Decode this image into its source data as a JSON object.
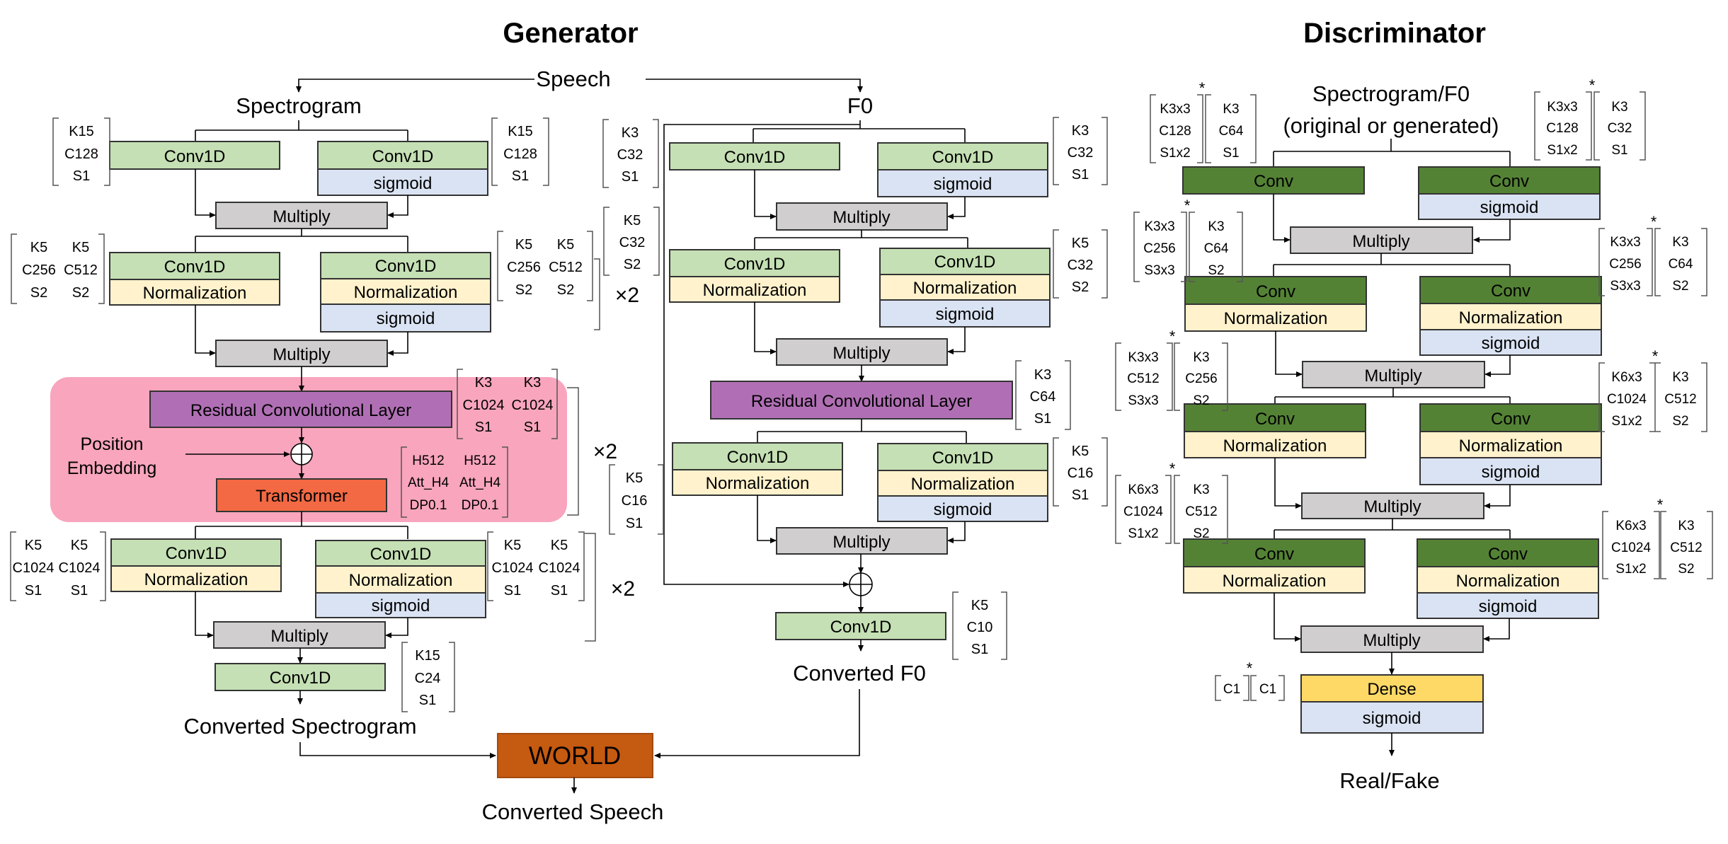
{
  "titles": {
    "generator": "Generator",
    "discriminator": "Discriminator"
  },
  "colors": {
    "conv_light": "#c5e0b4",
    "conv_dark": "#548235",
    "sigmoid": "#dae3f3",
    "normalization": "#fff2cc",
    "multiply": "#d0cece",
    "residual": "#b06fb4",
    "transformer": "#f26944",
    "transformer_bg": "#f8a5bd",
    "world": "#c55a11",
    "dense": "#ffd966"
  },
  "generator": {
    "input": "Speech",
    "spec_branch": "Spectrogram",
    "f0_branch": "F0",
    "conv1d": "Conv1D",
    "sigmoid": "sigmoid",
    "multiply": "Multiply",
    "normalization": "Normalization",
    "residual": "Residual Convolutional Layer",
    "transformer": "Transformer",
    "position_embedding_1": "Position",
    "position_embedding_2": "Embedding",
    "repeat": "×2",
    "converted_spectrogram": "Converted Spectrogram",
    "converted_f0": "Converted F0",
    "world": "WORLD",
    "converted_speech": "Converted Speech",
    "params": {
      "s1": [
        "K15",
        "C128",
        "S1"
      ],
      "s2a": [
        "K5",
        "C256",
        "S2"
      ],
      "s2b": [
        "K5",
        "C512",
        "S2"
      ],
      "s3a": [
        "K3",
        "C1024",
        "S1"
      ],
      "s3b": [
        "K3",
        "C1024",
        "S1"
      ],
      "s4a": [
        "H512",
        "Att_H4",
        "DP0.1"
      ],
      "s4b": [
        "H512",
        "Att_H4",
        "DP0.1"
      ],
      "s5": [
        "K5",
        "C1024",
        "S1"
      ],
      "s6": [
        "K15",
        "C24",
        "S1"
      ],
      "f1": [
        "K3",
        "C32",
        "S1"
      ],
      "f2": [
        "K5",
        "C32",
        "S2"
      ],
      "f3": [
        "K3",
        "C64",
        "S1"
      ],
      "f4": [
        "K5",
        "C16",
        "S1"
      ],
      "f5": [
        "K5",
        "C10",
        "S1"
      ]
    }
  },
  "discriminator": {
    "input_1": "Spectrogram/F0",
    "input_2": "(original or generated)",
    "conv": "Conv",
    "sigmoid": "sigmoid",
    "multiply": "Multiply",
    "normalization": "Normalization",
    "dense": "Dense",
    "output": "Real/Fake",
    "star": "*",
    "params": {
      "d1a": [
        "K3x3",
        "C128",
        "S1x2"
      ],
      "d1b": [
        "K3",
        "C64",
        "S1"
      ],
      "d1c": [
        "K3x3",
        "C128",
        "S1x2"
      ],
      "d1d": [
        "K3",
        "C32",
        "S1"
      ],
      "d2a": [
        "K3x3",
        "C256",
        "S3x3"
      ],
      "d2b": [
        "K3",
        "C64",
        "S2"
      ],
      "d2c": [
        "K3x3",
        "C256",
        "S3x3"
      ],
      "d2d": [
        "K3",
        "C64",
        "S2"
      ],
      "d3a": [
        "K3x3",
        "C512",
        "S3x3"
      ],
      "d3b": [
        "K3",
        "C256",
        "S2"
      ],
      "d3c": [
        "K6x3",
        "C1024",
        "S1x2"
      ],
      "d3d": [
        "K3",
        "C512",
        "S2"
      ],
      "d4a": [
        "K6x3",
        "C1024",
        "S1x2"
      ],
      "d4b": [
        "K3",
        "C512",
        "S2"
      ],
      "d4c": [
        "K6x3",
        "C1024",
        "S1x2"
      ],
      "d4d": [
        "K3",
        "C512",
        "S2"
      ],
      "d5a": [
        "C1"
      ],
      "d5b": [
        "C1"
      ]
    }
  }
}
